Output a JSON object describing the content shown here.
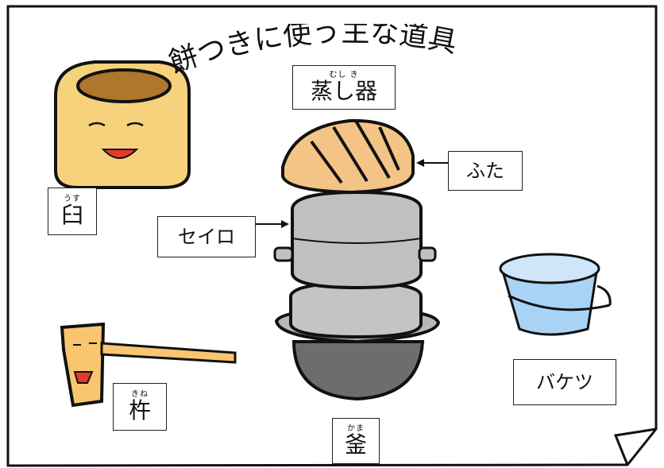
{
  "title": "餅つきに使う主な道具",
  "labels": {
    "mushiki": {
      "ruby": "むし  き",
      "text": "蒸し器"
    },
    "futa": {
      "text": "ふた"
    },
    "seiro": {
      "text": "セイロ"
    },
    "usu": {
      "ruby": "うす",
      "text": "臼"
    },
    "kine": {
      "ruby": "きね",
      "text": "杵"
    },
    "kama": {
      "ruby": "かま",
      "text": "釜"
    },
    "baketsu": {
      "text": "バケツ"
    }
  },
  "colors": {
    "usu_body": "#f7d27c",
    "usu_top": "#b0762b",
    "futa": "#f4c487",
    "seiro": "#c0c0c0",
    "kama": "#6d6d6d",
    "bucket": "#a9d3f5",
    "mallet": "#f7c66f",
    "outline": "#111111"
  }
}
